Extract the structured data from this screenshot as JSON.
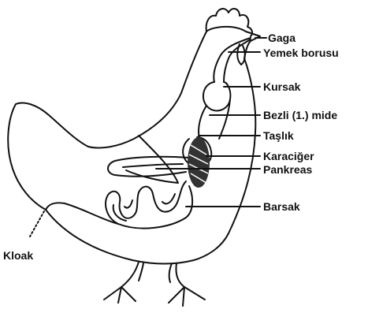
{
  "diagram": {
    "labels": {
      "gaga": "Gaga",
      "yemek_borusu": "Yemek borusu",
      "kursak": "Kursak",
      "bezli_mide": "Bezli (1.) mide",
      "taslik": "Taşlık",
      "karaciger": "Karaciğer",
      "pankreas": "Pankreas",
      "barsak": "Barsak",
      "kloak": "Kloak"
    },
    "line_color": "#111111",
    "liver_color": "#333333"
  }
}
